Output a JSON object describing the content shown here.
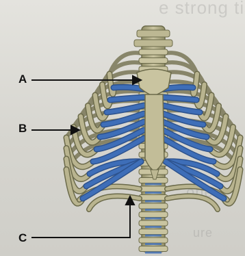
{
  "background_text": [
    "e strong tissues by",
    "ones",
    "ure"
  ],
  "labels": {
    "a": "A",
    "b": "B",
    "c": "C"
  },
  "colors": {
    "bone": "#b9b48f",
    "bone_dark": "#6b6a4a",
    "cartilage": "#3e6eb8",
    "arrow": "#111111"
  }
}
